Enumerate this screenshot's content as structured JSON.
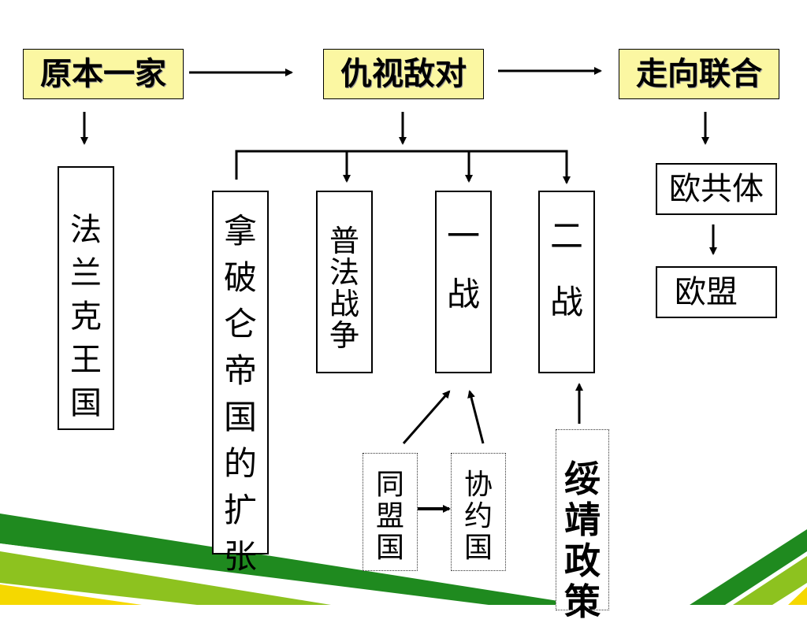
{
  "stages": {
    "start": "原本一家",
    "middle": "仇视敌对",
    "end": "走向联合"
  },
  "branches": {
    "frankish_kingdom": "法兰克王国",
    "napoleon_expansion": "拿破仑帝国的扩张",
    "franco_prussian_war": "普法战争",
    "ww1": [
      "一",
      "战"
    ],
    "ww2": [
      "二",
      "战"
    ],
    "triple_alliance": "同盟国",
    "triple_entente": "协约国",
    "appeasement": "绥靖政策",
    "ec": "欧共体",
    "eu": "欧盟"
  },
  "colors": {
    "stage_fill": "#fbf7a2",
    "stripe_dark_green": "#1f8a1f",
    "stripe_light_green": "#8dc21f",
    "stripe_yellow": "#f5d800"
  }
}
